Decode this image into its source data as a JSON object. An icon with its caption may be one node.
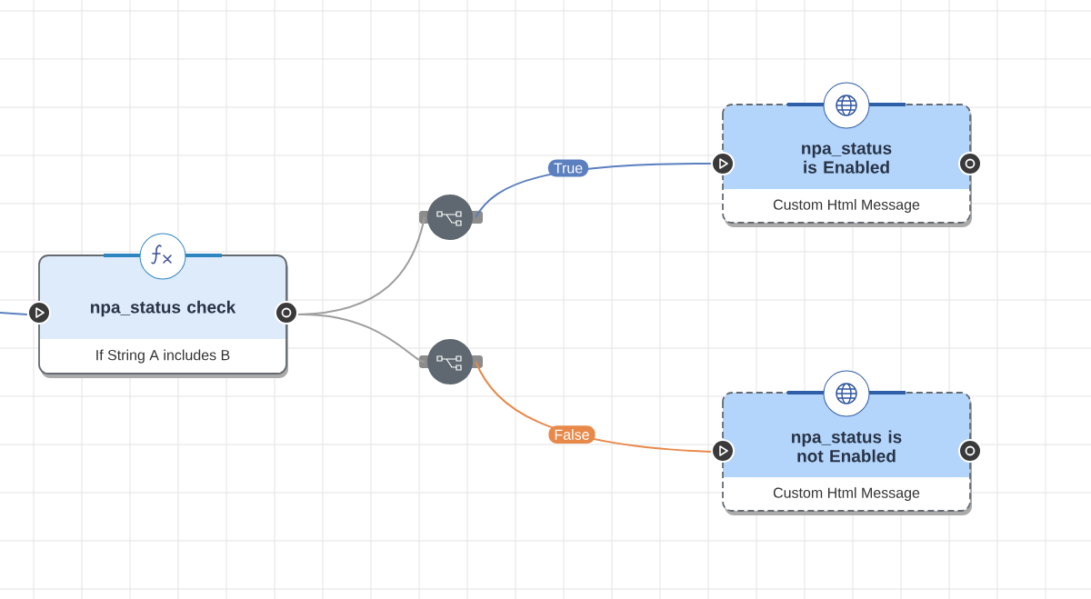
{
  "diagram": {
    "nodes": [
      {
        "text": [
          "npa_status check",
          "If String A includes B"
        ]
      },
      {
        "text": [],
        "shape": "circle"
      },
      {
        "text": [],
        "shape": "circle"
      },
      {
        "text": [
          "npa_status is Enabled",
          "Custom Html Message"
        ]
      },
      {
        "text": [
          "npa_status is not Enabled",
          "Custom Html Message"
        ]
      }
    ],
    "edges": [
      {
        "from": null,
        "to": 0,
        "arrow": "none",
        "color": "#5b7fbf"
      },
      {
        "from": 0,
        "to": 1,
        "arrow": "none",
        "color": "#9e9e9e"
      },
      {
        "from": 0,
        "to": 2,
        "arrow": "none",
        "color": "#9e9e9e"
      },
      {
        "from": 1,
        "to": 3,
        "arrow": "none",
        "label": "True",
        "color": "#5b7fbf"
      },
      {
        "from": 2,
        "to": 4,
        "arrow": "none",
        "label": "False",
        "color": "#e8894a"
      }
    ]
  }
}
